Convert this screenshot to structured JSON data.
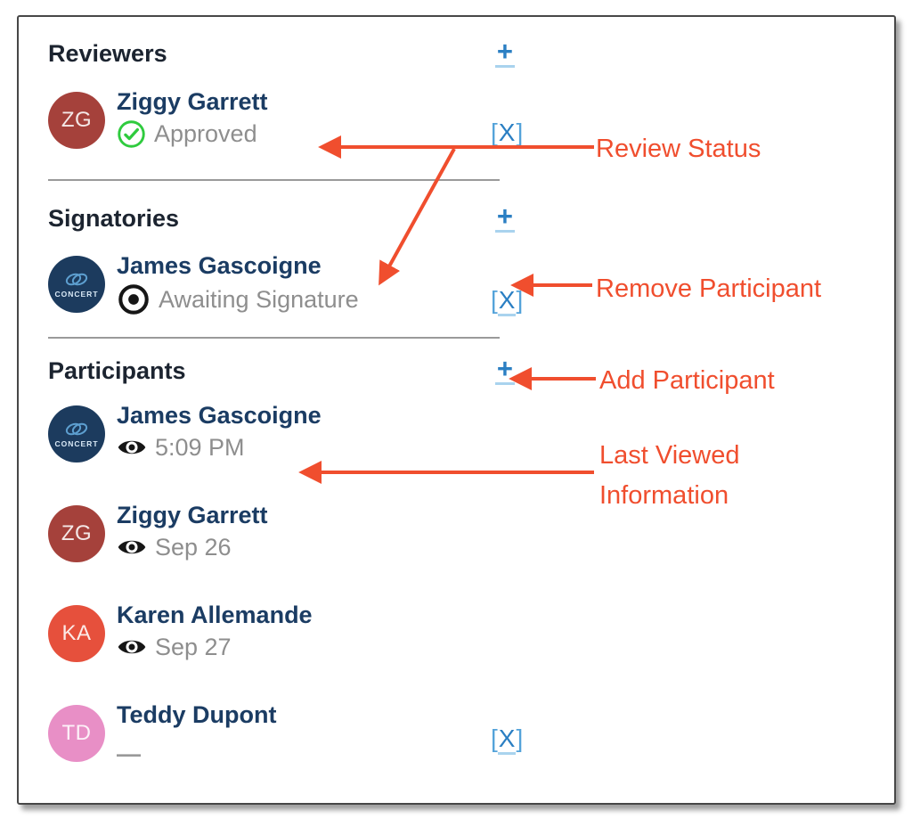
{
  "colors": {
    "annotation_red": "#f04e2e",
    "link_blue": "#2b7fc3",
    "name_navy": "#1b3c63",
    "status_gray": "#8e8e8e",
    "approved_green": "#2fcb3e",
    "divider_gray": "#9a9a9a"
  },
  "links": {
    "bracket_open": "[",
    "x": "X",
    "bracket_close": "]"
  },
  "sections": [
    {
      "title": "Reviewers",
      "add_label": "+",
      "members": [
        {
          "name": "Ziggy Garrett",
          "avatar": {
            "type": "initials",
            "text": "ZG",
            "bg": "#a5413b"
          },
          "status": {
            "icon": "check-circle",
            "text": "Approved"
          }
        }
      ]
    },
    {
      "title": "Signatories",
      "add_label": "+",
      "members": [
        {
          "name": "James Gascoigne",
          "avatar": {
            "type": "logo",
            "text": "CONCERT",
            "bg": "#1c3b5e"
          },
          "status": {
            "icon": "awaiting-dot",
            "text": "Awaiting Signature"
          }
        }
      ]
    },
    {
      "title": "Participants",
      "add_label": "+",
      "members": [
        {
          "name": "James Gascoigne",
          "avatar": {
            "type": "logo",
            "text": "CONCERT",
            "bg": "#1c3b5e"
          },
          "last_viewed": "5:09 PM"
        },
        {
          "name": "Ziggy Garrett",
          "avatar": {
            "type": "initials",
            "text": "ZG",
            "bg": "#a5413b"
          },
          "last_viewed": "Sep 26"
        },
        {
          "name": "Karen Allemande",
          "avatar": {
            "type": "initials",
            "text": "KA",
            "bg": "#e6503c"
          },
          "last_viewed": "Sep 27"
        },
        {
          "name": "Teddy Dupont",
          "avatar": {
            "type": "initials",
            "text": "TD",
            "bg": "#e88fc6"
          },
          "last_viewed": "—"
        }
      ]
    }
  ],
  "annotations": {
    "review_status": "Review Status",
    "remove_participant": "Remove Participant",
    "add_participant": "Add Participant",
    "last_viewed_line1": "Last Viewed",
    "last_viewed_line2": "Information"
  }
}
